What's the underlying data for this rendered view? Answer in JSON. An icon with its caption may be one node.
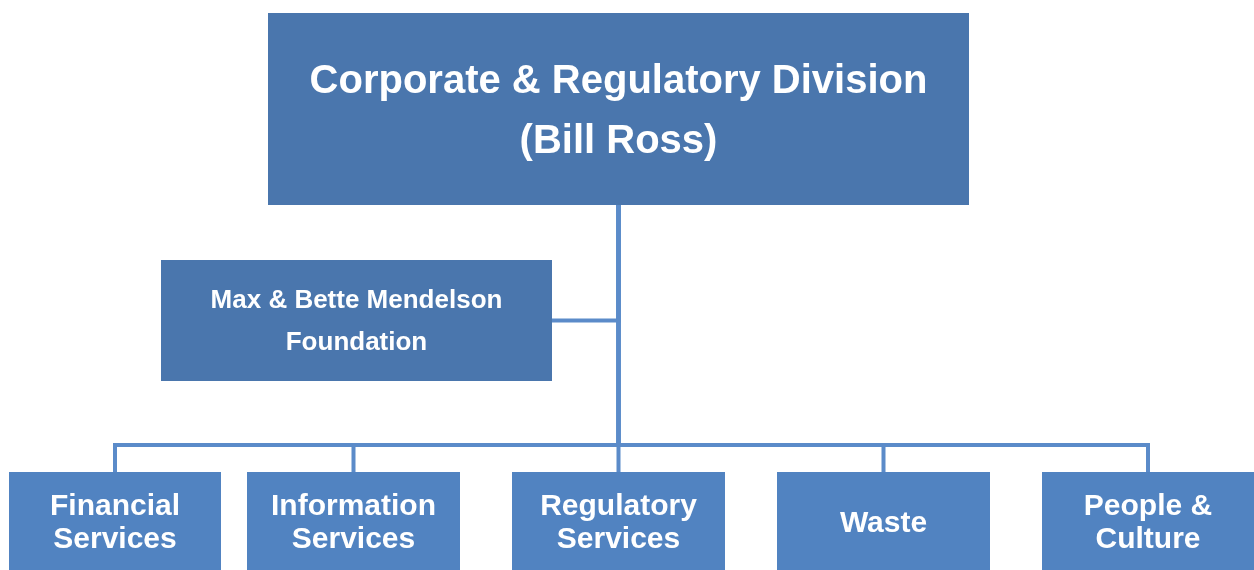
{
  "diagram": {
    "nodes": [
      {
        "text": [
          "Corporate & Regulatory Division (Bill Ross)"
        ]
      },
      {
        "text": [
          "Max & Bette Mendelson Foundation"
        ]
      },
      {
        "text": [
          "Financial Services"
        ]
      },
      {
        "text": [
          "Information Services"
        ]
      },
      {
        "text": [
          "Regulatory Services"
        ]
      },
      {
        "text": [
          "Waste"
        ]
      },
      {
        "text": [
          "People & Culture"
        ]
      }
    ],
    "edges": [
      {
        "from": 0,
        "to": 1,
        "arrow": "none"
      },
      {
        "from": 0,
        "to": 2,
        "arrow": "none"
      },
      {
        "from": 0,
        "to": 3,
        "arrow": "none"
      },
      {
        "from": 0,
        "to": 4,
        "arrow": "none"
      },
      {
        "from": 0,
        "to": 5,
        "arrow": "none"
      },
      {
        "from": 0,
        "to": 6,
        "arrow": "none"
      }
    ]
  }
}
